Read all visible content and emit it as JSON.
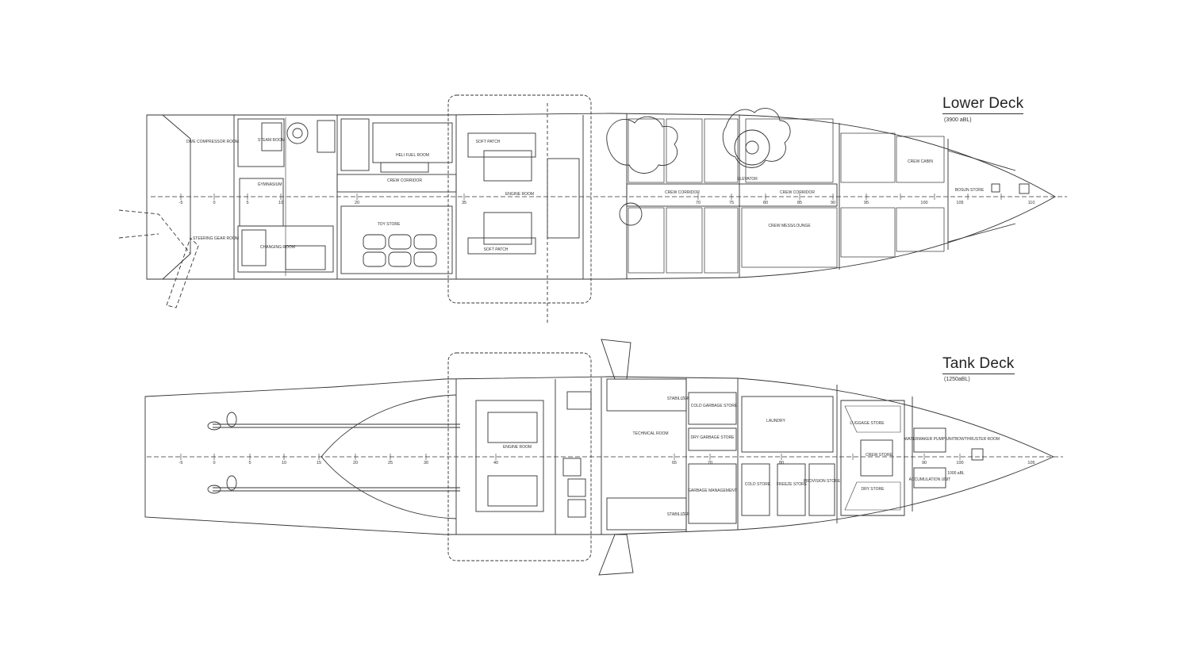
{
  "decks": {
    "lower": {
      "title": "Lower Deck",
      "subtitle": "(3900 aBL)",
      "frame_marks": [
        "-5",
        "0",
        "5",
        "10",
        "20",
        "35",
        "70",
        "75",
        "80",
        "85",
        "90",
        "95",
        "100",
        "105",
        "110"
      ],
      "rooms": {
        "dive": "DIVE COMPRESSOR ROOM",
        "steam": "STEAM ROOM",
        "heli_fuel": "HELI FUEL ROOM",
        "crew_corridor_1": "CREW CORRIDOR",
        "gymnasium": "GYMNASIUM",
        "toy_store": "TOY STORE",
        "steering": "STEERING GEAR ROOM",
        "changing": "CHANGING ROOM",
        "engine_room_lower": "ENGINE ROOM",
        "soft_patch_1": "SOFT PATCH",
        "soft_patch_2": "SOFT PATCH",
        "crew_corridor_2": "CREW CORRIDOR",
        "crew_corridor_3": "CREW CORRIDOR",
        "crew_mess": "CREW MESS/LOUNGE",
        "elevator": "ELEVATOR",
        "bosun_store": "BOSUN STORE",
        "crew_cabin": "CREW CABIN"
      }
    },
    "tank": {
      "title": "Tank Deck",
      "subtitle": "(1250aBL)",
      "frame_marks": [
        "-5",
        "0",
        "5",
        "10",
        "15",
        "20",
        "25",
        "30",
        "40",
        "65",
        "70",
        "80",
        "90",
        "100",
        "105"
      ],
      "rooms": {
        "engine_room": "ENGINE ROOM",
        "technical_room": "TECHNICAL ROOM",
        "stabilizer_1": "STABILIZER",
        "stabilizer_2": "STABILIZER",
        "cold_garbage": "COLD GARBAGE STORE",
        "dry_garbage": "DRY GARBAGE STORE",
        "garbage_mgmt": "GARBAGE MANAGEMENT",
        "laundry": "LAUNDRY",
        "cold_store": "COLD STORE",
        "freeze_store": "FREEZE STORE",
        "provision": "PROVISION STORE",
        "luggage": "LUGGAGE STORE",
        "dry_store": "DRY STORE",
        "crew_store": "CREW STORE",
        "watermaker": "WATERMAKER PUMP UNIT",
        "bow_thruster": "BOWTHRUSTER ROOM",
        "accumulation": "ACCUMULATION UNIT",
        "aBL_note": "1000 aBL"
      }
    }
  }
}
